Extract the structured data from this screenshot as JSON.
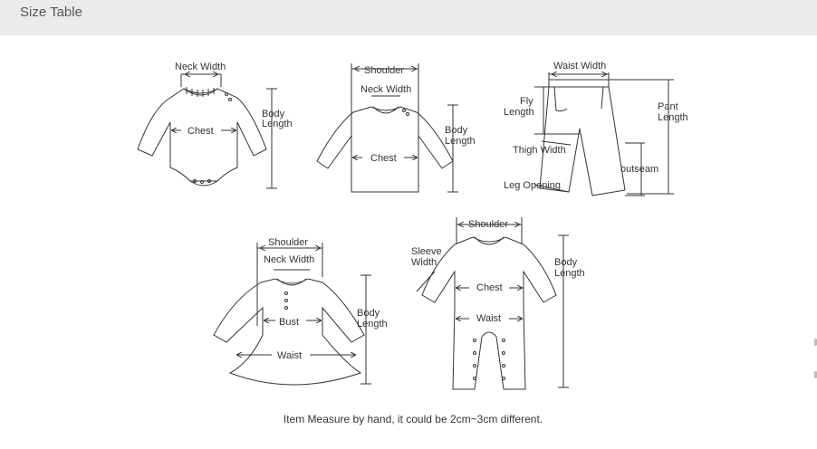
{
  "header": {
    "title": "Size Table"
  },
  "bodysuit": {
    "neck_width": "Neck Width",
    "chest": "Chest",
    "body_length_1": "Body",
    "body_length_2": "Length"
  },
  "tshirt": {
    "shoulder": "Shoulder",
    "neck_width": "Neck Width",
    "chest": "Chest",
    "body_length_1": "Body",
    "body_length_2": "Length"
  },
  "pants": {
    "waist_width": "Waist Width",
    "fly_length_1": "Fly",
    "fly_length_2": "Length",
    "thigh_width": "Thigh Width",
    "leg_opening": "Leg Opening",
    "pant_length_1": "Pant",
    "pant_length_2": "Length",
    "outseam": "outseam"
  },
  "dress": {
    "shoulder": "Shoulder",
    "neck_width": "Neck Width",
    "bust": "Bust",
    "waist": "Waist",
    "body_length_1": "Body",
    "body_length_2": "Length"
  },
  "romper": {
    "shoulder": "Shoulder",
    "sleeve_width_1": "Sleeve",
    "sleeve_width_2": "Width",
    "chest": "Chest",
    "waist": "Waist",
    "body_length_1": "Body",
    "body_length_2": "Length"
  },
  "caption": "Item Measure by hand, it could be 2cm~3cm different."
}
